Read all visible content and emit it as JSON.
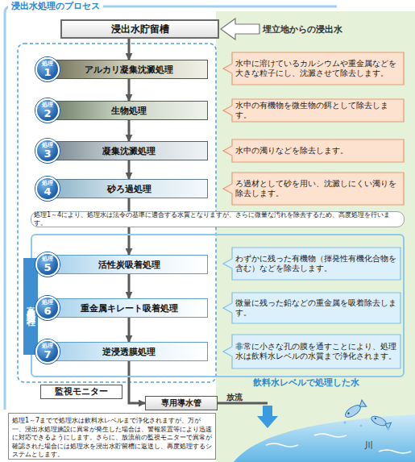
{
  "diagram": {
    "title": "浸出水処理のプロセス",
    "nodes": [
      {
        "text": [
          "浸出水貯留槽"
        ]
      },
      {
        "text": [
          "処理",
          "1"
        ]
      },
      {
        "text": [
          "アルカリ凝集沈澱処理"
        ]
      },
      {
        "text": [
          "水中に溶けているカルシウムや重金属などを大きな粒子にし、沈澱させて除去します。"
        ]
      },
      {
        "text": [
          "処理",
          "2"
        ]
      },
      {
        "text": [
          "生物処理"
        ]
      },
      {
        "text": [
          "水中の有機物を微生物の餌として除去します。"
        ]
      },
      {
        "text": [
          "処理",
          "3"
        ]
      },
      {
        "text": [
          "凝集沈澱処理"
        ]
      },
      {
        "text": [
          "水中の濁りなどを除去します。"
        ]
      },
      {
        "text": [
          "処理",
          "4"
        ]
      },
      {
        "text": [
          "砂ろ過処理"
        ]
      },
      {
        "text": [
          "ろ過材として砂を用い、沈澱しにくい濁りを除去します。"
        ]
      },
      {
        "text": [
          "処理1～4により、処理水は法令の基準に適合する水質となりますが、さらに微量な汚れを除去するため、高度処理を行います。"
        ]
      },
      {
        "text": [
          "高度処理工程"
        ]
      },
      {
        "text": [
          "処理",
          "5"
        ],
        "in": 14
      },
      {
        "text": [
          "活性炭吸着処理"
        ],
        "in": 14
      },
      {
        "text": [
          "わずかに残った有機物（揮発性有機化合物を含む）などを除去します。"
        ],
        "in": 14
      },
      {
        "text": [
          "処理",
          "6"
        ],
        "in": 14
      },
      {
        "text": [
          "重金属キレート吸着処理"
        ],
        "in": 14
      },
      {
        "text": [
          "微量に残った鉛などの重金属を吸着除去します。"
        ],
        "in": 14
      },
      {
        "text": [
          "処理",
          "7"
        ],
        "in": 14
      },
      {
        "text": [
          "逆浸透膜処理"
        ],
        "in": 14
      },
      {
        "text": [
          "非常に小さな孔の膜を通すことにより、処理水は飲料水レベルの水質まで浄化されます。"
        ],
        "in": 14
      },
      {
        "text": [
          "監視モニター"
        ]
      },
      {
        "text": [
          "専用導水管"
        ]
      },
      {
        "text": [
          "処理1～7までで処理水は飲料水レベルまで浄化されますが、万が一、浸出水処理施設に異常が発生した場合は、警報装置等により迅速に対応できるようにします。さらに、放流前の監視モニターで異常が確認された場合には処理水を浸出水貯留槽に返送し、再度処理するシステムとします。"
        ]
      }
    ],
    "edges": [
      {
        "from": 0,
        "to": 2,
        "arrow": "to"
      },
      {
        "from": 2,
        "to": 5,
        "arrow": "to"
      },
      {
        "from": 5,
        "to": 8,
        "arrow": "to"
      },
      {
        "from": 8,
        "to": 11,
        "arrow": "to"
      },
      {
        "from": 11,
        "to": 16,
        "arrow": "to"
      },
      {
        "from": 16,
        "to": 19,
        "arrow": "to"
      },
      {
        "from": 19,
        "to": 22,
        "arrow": "to"
      },
      {
        "from": 22,
        "to": 25,
        "arrow": "to"
      }
    ],
    "labels": [
      "埋立地からの浸出水",
      "放流",
      "飲料水レベルで処理した水",
      "川"
    ]
  }
}
